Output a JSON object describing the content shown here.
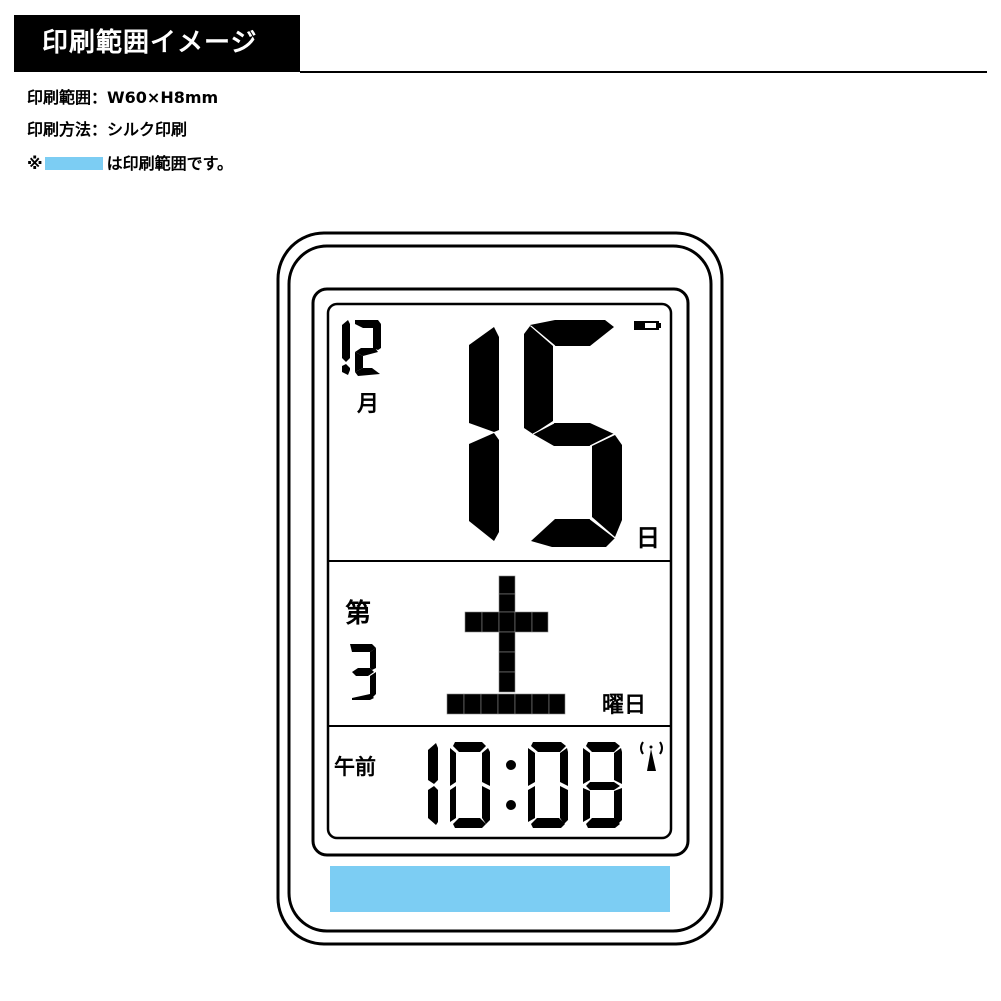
{
  "header": {
    "title": "印刷範囲イメージ"
  },
  "specs": {
    "print_area_label": "印刷範囲：W60×H8mm",
    "print_method_label": "印刷方法：シルク印刷",
    "legend_prefix": "※",
    "legend_suffix": "は印刷範囲です。"
  },
  "clock": {
    "month_value": "12",
    "month_unit": "月",
    "day_value": "15",
    "day_unit": "日",
    "week_prefix": "第",
    "week_number": "3",
    "weekday_char": "土",
    "weekday_unit": "曜日",
    "ampm": "午前",
    "time": "10:08",
    "icons": [
      "battery-icon",
      "radio-signal-icon"
    ]
  },
  "colors": {
    "print_area": "#7ccdf3",
    "frame": "#000000",
    "background": "#ffffff"
  }
}
